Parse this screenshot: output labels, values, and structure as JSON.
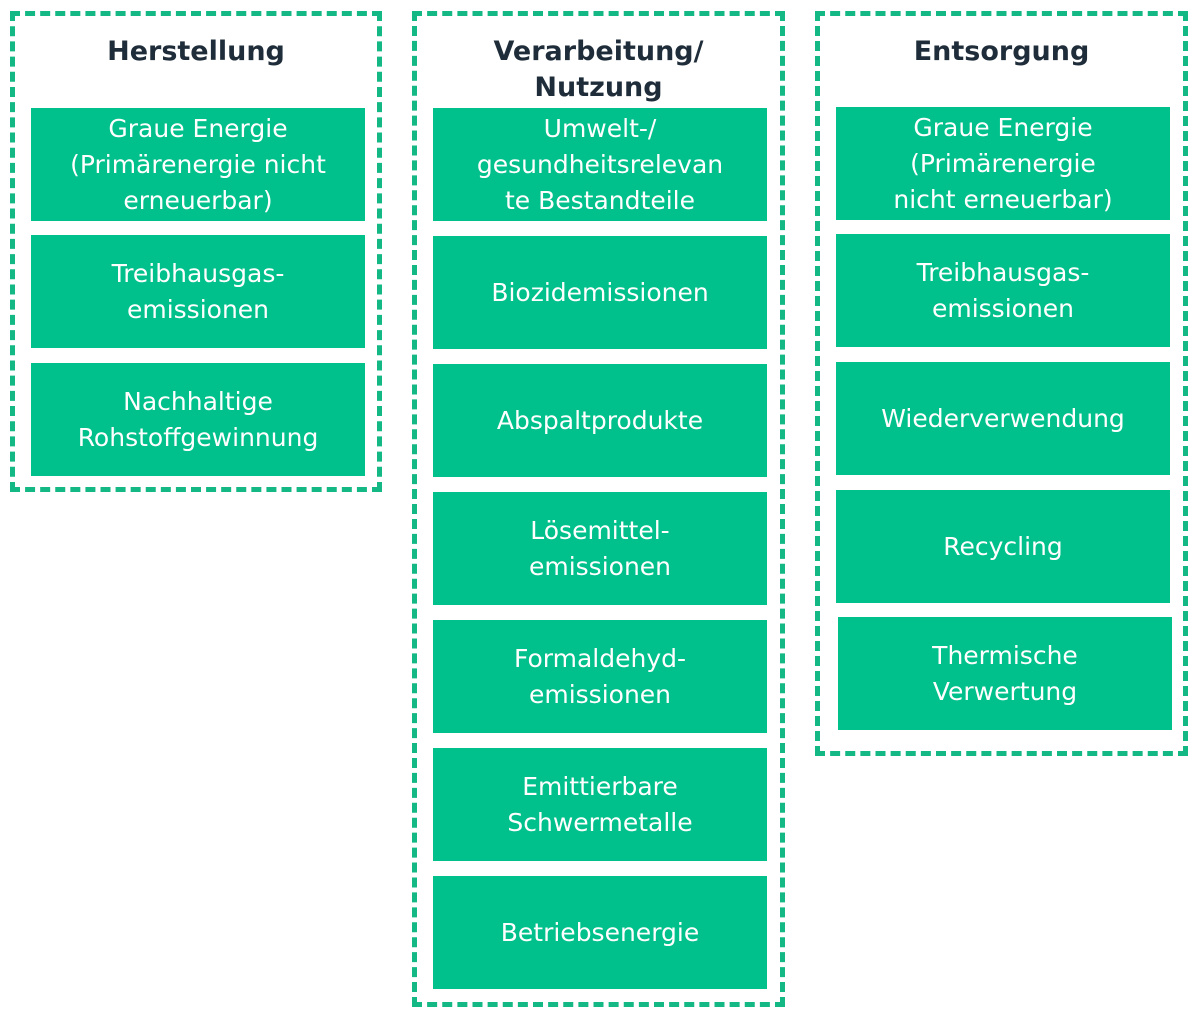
{
  "accent_color": "#13b884",
  "box_color": "#00c08b",
  "columns": [
    {
      "title": "Herstellung",
      "items": [
        "Graue Energie\n(Primärenergie nicht\nerneuerbar)",
        "Treibhausgas-\nemissionen",
        "Nachhaltige\nRohstoffgewinnung"
      ]
    },
    {
      "title": "Verarbeitung/\nNutzung",
      "items": [
        "Umwelt-/\ngesundheitsrelevan\nte Bestandteile",
        "Biozidemissionen",
        "Abspaltprodukte",
        "Lösemittel-\nemissionen",
        "Formaldehyd-\nemissionen",
        "Emittierbare\nSchwermetalle",
        "Betriebsenergie"
      ]
    },
    {
      "title": "Entsorgung",
      "items": [
        "Graue Energie\n(Primärenergie\nnicht erneuerbar)",
        "Treibhausgas-\nemissionen",
        "Wiederverwendung",
        "Recycling",
        "Thermische\nVerwertung"
      ]
    }
  ]
}
